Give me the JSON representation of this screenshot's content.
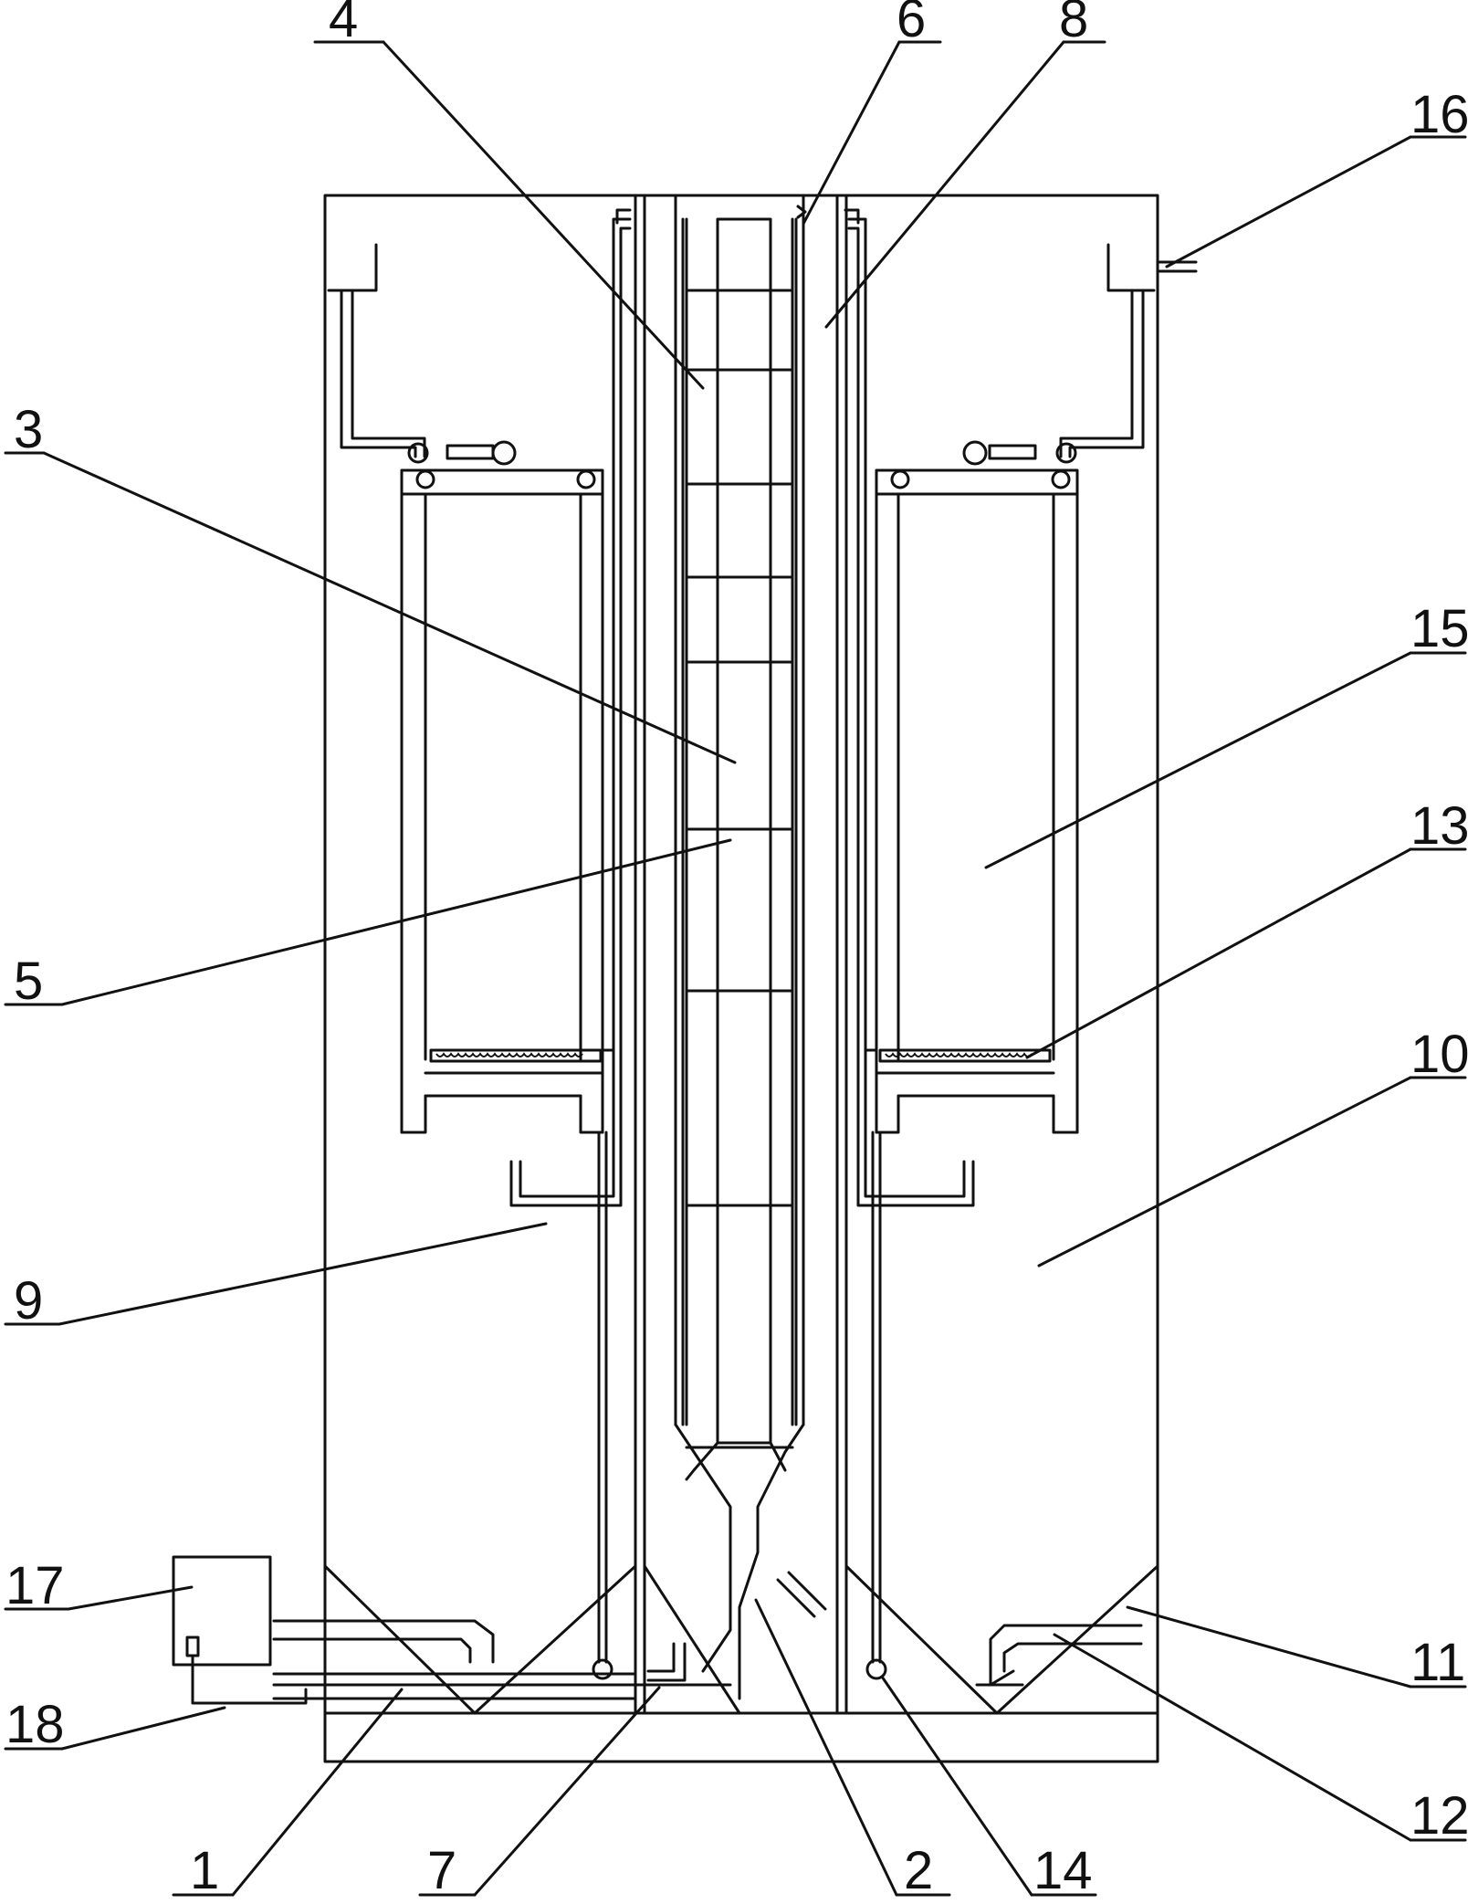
{
  "diagram": {
    "labels": {
      "l1": "1",
      "l2": "2",
      "l3": "3",
      "l4": "4",
      "l5": "5",
      "l6": "6",
      "l7": "7",
      "l8": "8",
      "l9": "9",
      "l10": "10",
      "l11": "11",
      "l12": "12",
      "l13": "13",
      "l14": "14",
      "l15": "15",
      "l16": "16",
      "l17": "17",
      "l18": "18"
    }
  }
}
